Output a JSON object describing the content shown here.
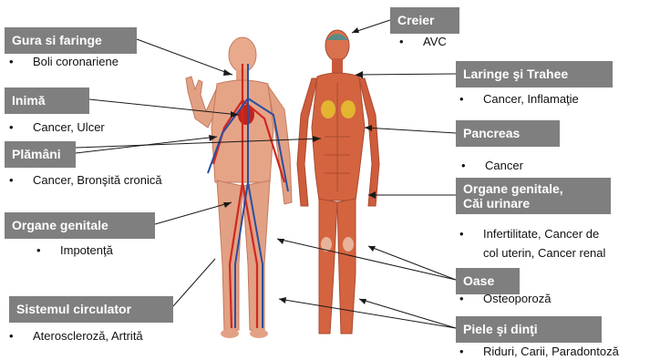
{
  "labels": {
    "gura": {
      "title": "Gura si faringe",
      "items": [
        "Boli coronariene"
      ]
    },
    "inima": {
      "title": "Inimă",
      "items": [
        "Cancer, Ulcer"
      ]
    },
    "plamani": {
      "title": "Plămâni",
      "items": [
        "Cancer, Bronşită cronică"
      ]
    },
    "genitale_m": {
      "title": "Organe genitale",
      "items": [
        "Impotenţă"
      ]
    },
    "circulator": {
      "title": "Sistemul circulator",
      "items": [
        "Ateroscleroză,  Artrită"
      ]
    },
    "creier": {
      "title": "Creier",
      "items": [
        "AVC"
      ]
    },
    "laringe": {
      "title": "Laringe şi Trahee",
      "items": [
        "Cancer, Inflamaţie"
      ]
    },
    "pancreas": {
      "title": "Pancreas",
      "items": [
        "Cancer"
      ]
    },
    "genitale_f": {
      "title": [
        "Organe genitale,",
        "Căi urinare"
      ],
      "items": [
        "Infertilitate, Cancer de",
        "col uterin, Cancer renal"
      ]
    },
    "oase": {
      "title": "Oase",
      "items": [
        "Osteoporoză"
      ]
    },
    "piele": {
      "title": "Piele şi dinţi",
      "items": [
        "Riduri, Carii, Paradontoză"
      ]
    }
  },
  "bullet": "•",
  "colors": {
    "label_bg": "#7f7f7f",
    "label_text": "#ffffff",
    "skin": "#e2896a",
    "muscle": "#c9583a",
    "vein": "#2b4fa0",
    "artery": "#d0281f"
  }
}
